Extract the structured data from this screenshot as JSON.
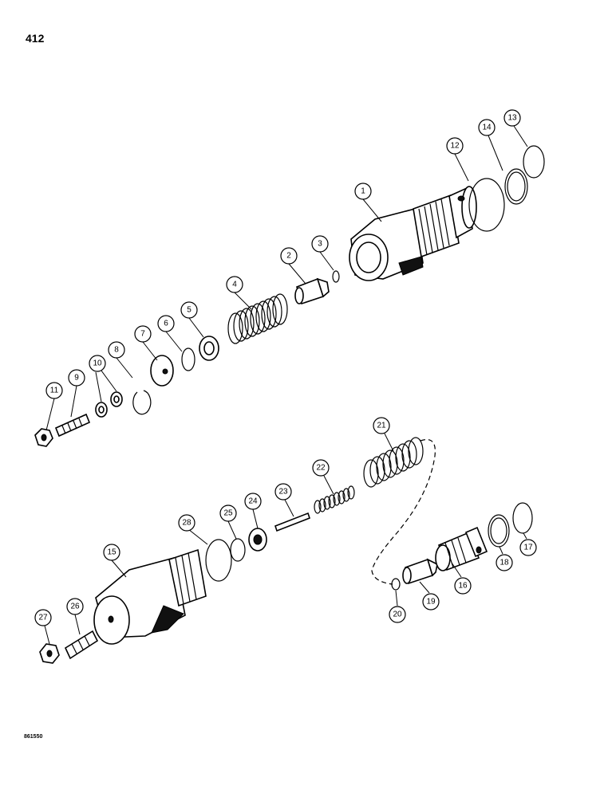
{
  "page": {
    "number": "412",
    "figure_code": "861550"
  },
  "callouts": [
    {
      "id": "1",
      "label": "1"
    },
    {
      "id": "2",
      "label": "2"
    },
    {
      "id": "3",
      "label": "3"
    },
    {
      "id": "4",
      "label": "4"
    },
    {
      "id": "5",
      "label": "5"
    },
    {
      "id": "6",
      "label": "6"
    },
    {
      "id": "7",
      "label": "7"
    },
    {
      "id": "8",
      "label": "8"
    },
    {
      "id": "9",
      "label": "9"
    },
    {
      "id": "10",
      "label": "10"
    },
    {
      "id": "11",
      "label": "11"
    },
    {
      "id": "12",
      "label": "12"
    },
    {
      "id": "13",
      "label": "13"
    },
    {
      "id": "14",
      "label": "14"
    },
    {
      "id": "15",
      "label": "15"
    },
    {
      "id": "16",
      "label": "16"
    },
    {
      "id": "17",
      "label": "17"
    },
    {
      "id": "18",
      "label": "18"
    },
    {
      "id": "19",
      "label": "19"
    },
    {
      "id": "20",
      "label": "20"
    },
    {
      "id": "21",
      "label": "21"
    },
    {
      "id": "22",
      "label": "22"
    },
    {
      "id": "23",
      "label": "23"
    },
    {
      "id": "24",
      "label": "24"
    },
    {
      "id": "25",
      "label": "25"
    },
    {
      "id": "26",
      "label": "26"
    },
    {
      "id": "27",
      "label": "27"
    },
    {
      "id": "28",
      "label": "28"
    }
  ]
}
